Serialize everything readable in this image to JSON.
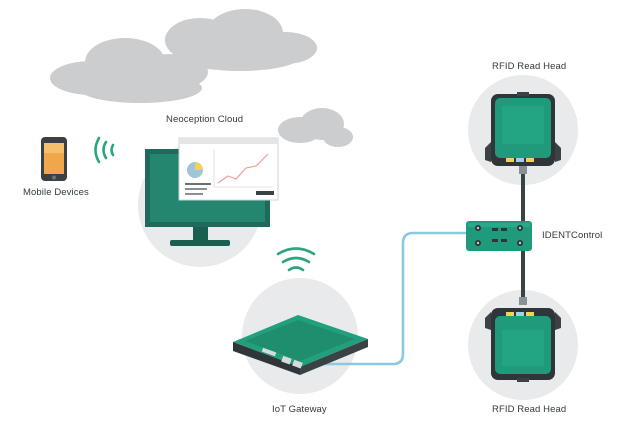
{
  "labels": {
    "cloud": "Neoception Cloud",
    "mobile": "Mobile Devices",
    "gateway": "IoT Gateway",
    "control": "IDENTControl",
    "read_head_top": "RFID Read Head",
    "read_head_bottom": "RFID Read Head"
  },
  "colors": {
    "device_green": "#1f9a7a",
    "signal_green": "#2aa57f",
    "cable_blue": "#8cc9df",
    "cable_gray": "#3b4246",
    "cloud_gray": "#c9cbcd",
    "circle_gray": "#e9eaeb",
    "monitor_dark": "#1f6a5b"
  },
  "icons": {
    "wifi": "wifi-waves-icon",
    "pie": "pie-chart-icon",
    "line": "line-chart-icon"
  }
}
